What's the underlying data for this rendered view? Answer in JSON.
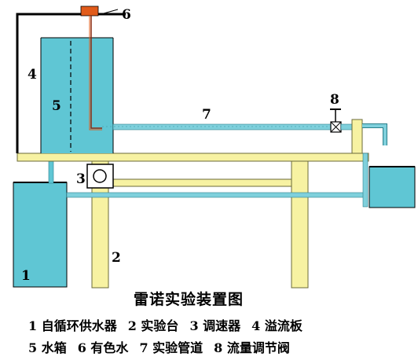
{
  "title": "雷诺实验装置图",
  "labels": {
    "n1": "1",
    "n2": "2",
    "n3": "3",
    "n4": "4",
    "n5": "5",
    "n6": "6",
    "n7": "7",
    "n8": "8"
  },
  "legend_row1": [
    "1 自循环供水器",
    "2 实验台",
    "3 调速器",
    "4 溢流板"
  ],
  "legend_row2": [
    "5 水箱",
    "6 有色水",
    "7 实验管道",
    "8 流量调节阀"
  ],
  "colors": {
    "water": "#5fc6d4",
    "stand": "#f7f2a2",
    "stand_outline": "#6b6b3a",
    "dye": "#e15b1a",
    "tank_outline": "#000000",
    "pipe": "#7fd0dc"
  }
}
